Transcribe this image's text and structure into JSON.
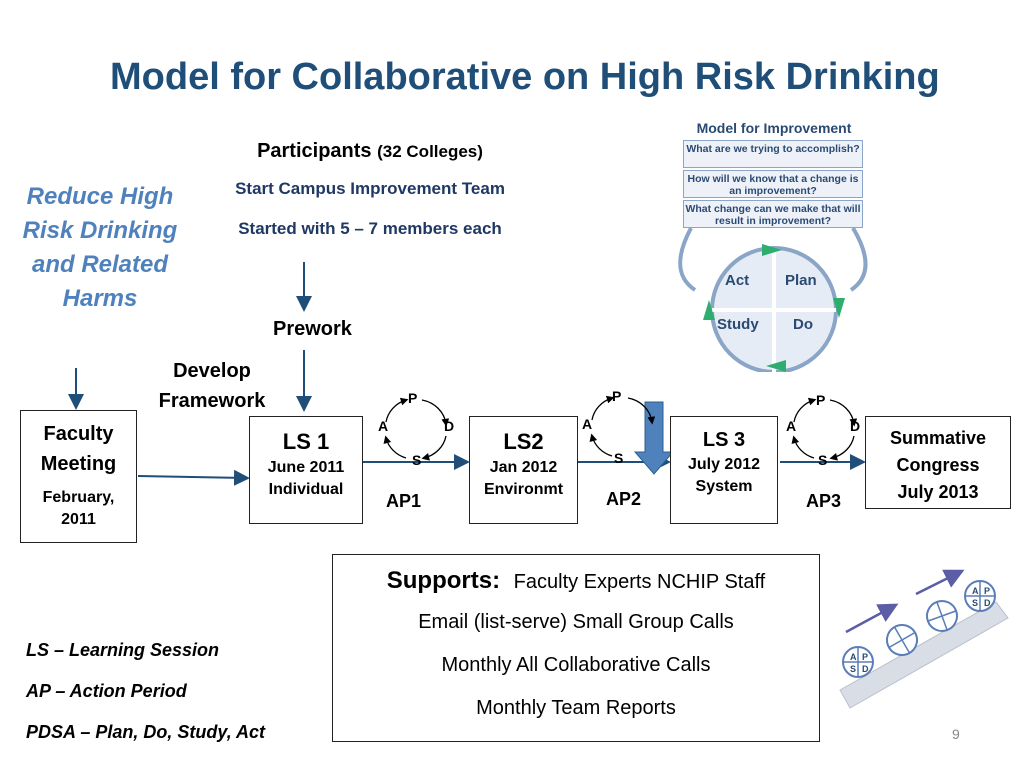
{
  "title": "Model for Collaborative on High Risk Drinking",
  "goal": [
    "Reduce High",
    "Risk Drinking",
    "and Related",
    "Harms"
  ],
  "participants": {
    "label": "Participants",
    "count": "(32 Colleges)",
    "line1": "Start Campus Improvement Team",
    "line2": "Started with 5 – 7 members each"
  },
  "prework": "Prework",
  "develop": [
    "Develop",
    "Framework"
  ],
  "faculty_meeting": {
    "title": [
      "Faculty",
      "Meeting"
    ],
    "date": [
      "February,",
      "2011"
    ]
  },
  "sessions": [
    {
      "name": "LS 1",
      "date": "June 2011",
      "focus": "Individual"
    },
    {
      "name": "LS2",
      "date": "Jan 2012",
      "focus": "Environmt"
    },
    {
      "name": "LS 3",
      "date": "July 2012",
      "focus": "System"
    }
  ],
  "summative": [
    "Summative",
    "Congress",
    "July 2013"
  ],
  "action_periods": [
    "AP1",
    "AP2",
    "AP3"
  ],
  "pdsa_letters": {
    "p": "P",
    "d": "D",
    "s": "S",
    "a": "A"
  },
  "supports": {
    "label": "Supports:",
    "line1": "Faculty Experts  NCHIP Staff",
    "line2": "Email (list-serve) Small Group Calls",
    "line3": "Monthly All Collaborative  Calls",
    "line4": "Monthly Team Reports"
  },
  "legend": [
    "LS – Learning Session",
    "AP – Action Period",
    "PDSA – Plan, Do, Study, Act"
  ],
  "page_number": "9",
  "model_for_improvement": {
    "heading": "Model for Improvement",
    "q1": "What are we trying to accomplish?",
    "q2": "How will we know that a change is an improvement?",
    "q3": "What change can we make that will result in improvement?",
    "act": "Act",
    "plan": "Plan",
    "study": "Study",
    "do": "Do"
  },
  "ramp_disc": {
    "a": "A",
    "p": "P",
    "s": "S",
    "d": "D"
  },
  "colors": {
    "title": "#1f4e79",
    "goal": "#4f81bd",
    "navy": "#1f3864",
    "arrow": "#1f4e79",
    "blue_arrow": "#4f81bd"
  }
}
